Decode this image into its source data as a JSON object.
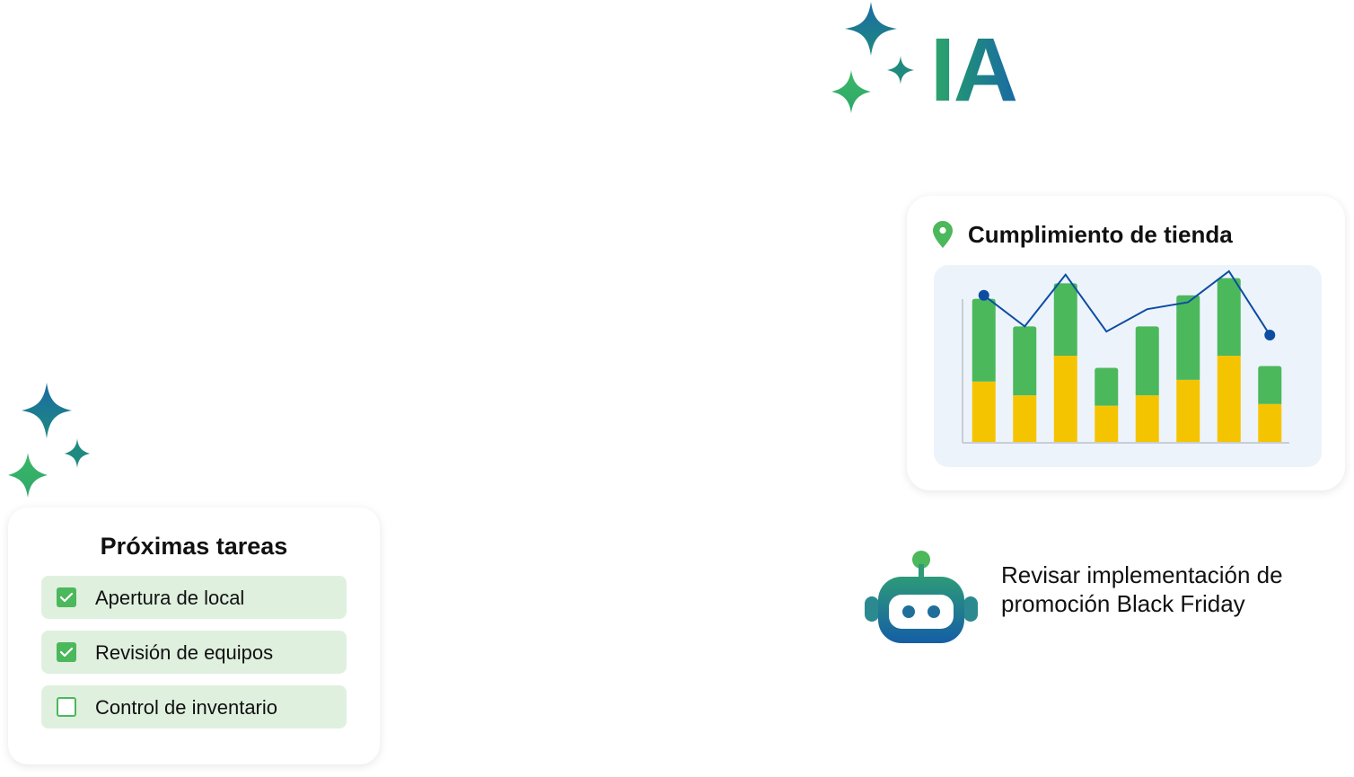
{
  "logo": {
    "text": "IA",
    "gradient_colors": [
      "#2fa76a",
      "#1f8a80",
      "#1a6aa3"
    ],
    "icon": "sparkles-icon"
  },
  "tasks": {
    "title": "Próximas tareas",
    "items": [
      {
        "label": "Apertura de local",
        "checked": true
      },
      {
        "label": "Revisión de equipos",
        "checked": true
      },
      {
        "label": "Control de inventario",
        "checked": false
      }
    ],
    "accent": "#4bb85c",
    "row_bg": "#dff0df"
  },
  "chart_card": {
    "title": "Cumplimiento de tienda",
    "icon": "location-pin-icon"
  },
  "chart_data": {
    "type": "bar",
    "stacked": true,
    "ylim": [
      0,
      100
    ],
    "categories": [
      "",
      "",
      "",
      "",
      "",
      "",
      "",
      ""
    ],
    "series": [
      {
        "values": [
          35,
          27,
          50,
          21,
          27,
          36,
          50,
          22
        ],
        "color": "#f5c400"
      },
      {
        "values": [
          48,
          40,
          42,
          22,
          40,
          49,
          45,
          22
        ],
        "color": "#4bb85c"
      }
    ],
    "line": {
      "values": [
        85,
        67,
        97,
        64,
        77,
        81,
        99,
        62
      ],
      "color": "#0c4da2",
      "markers_on_endpoints": true
    },
    "grid": false,
    "legend": "none"
  },
  "assistant": {
    "icon": "robot-icon",
    "message": "Revisar implementación de promoción Black Friday"
  }
}
